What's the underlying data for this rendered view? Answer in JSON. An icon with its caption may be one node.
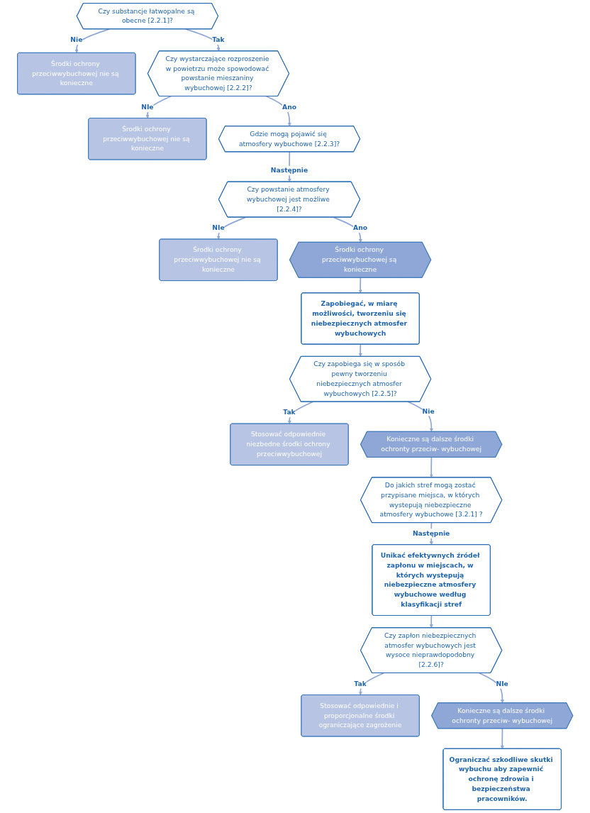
{
  "diagram": {
    "nodes": [
      {
        "text": [
          "Czy substancje łatwopalne są obecne [2.2.1]?"
        ]
      },
      {
        "text": [
          "Środki ochrony przeciwwybuchowej nie są konieczne"
        ]
      },
      {
        "text": [
          "Czy wystarczające rozproszenie w powietrzu może spowodować powstanie mieszaniny wybuchowej [2.2.2]?"
        ]
      },
      {
        "text": [
          "Środki ochrony przeciwwybuchowej nie są konieczne"
        ]
      },
      {
        "text": [
          "Gdzie mogą pojawić się atmosfery wybuchowe [2.2.3]?"
        ]
      },
      {
        "text": [
          "Czy powstanie atmosfery wybuchowej jest możliwe [2.2.4]?"
        ]
      },
      {
        "text": [
          "Środki ochrony przeciwwybuchowej nie są konieczne"
        ]
      },
      {
        "text": [
          "Środki ochrony przeciwwybuchowej są konieczne"
        ]
      },
      {
        "text": [
          "Zapobiegać, w miarę możliwości, tworzeniu się niebezpiecznych atmosfer wybuchowych"
        ]
      },
      {
        "text": [
          "Czy zapobiega się w sposób pewny tworzeniu niebezpiecznych atmosfer wybuchowych [2.2.5]?"
        ]
      },
      {
        "text": [
          "Stosować odpowiednie niezbedne środki ochrony przeciwwybuchowej"
        ]
      },
      {
        "text": [
          "Konieczne są dalsze środki ochronty przeciw- wybuchowej"
        ]
      },
      {
        "text": [
          "Do jakich stref mogą zostać przypisane miejsca, w których wystepują niebezpieczne atmosfery wybuchowe [3.2.1] ?"
        ]
      },
      {
        "text": [
          "Unikać efektywnych źródeł zapłonu w miejscach, w których wystepują niebezpieczne atmosfery wybuchowe według klasyfikacji stref"
        ]
      },
      {
        "text": [
          "Czy zapłon niebezpiecznych atmosfer wybuchowych jest wysoce nieprawdopodobny [2.2.6]?"
        ]
      },
      {
        "text": [
          "Stosować odpowiednie i proporcjonalne środki ograniczające zagrożenie"
        ]
      },
      {
        "text": [
          "Konieczne są dalsze środki ochronty przeciw- wybuchowej"
        ]
      },
      {
        "text": [
          "Ograniczać szkodliwe skutki wybuchu aby zapewnić ochronę zdrowia i bezpieczeństwa pracowników."
        ]
      }
    ],
    "edges": [
      {
        "from": 0,
        "to": 1,
        "arrow": "to",
        "label": "Nie"
      },
      {
        "from": 0,
        "to": 2,
        "arrow": "to",
        "label": "Tak"
      },
      {
        "from": 2,
        "to": 3,
        "arrow": "to",
        "label": "NIe"
      },
      {
        "from": 2,
        "to": 4,
        "arrow": "to",
        "label": "Ano"
      },
      {
        "from": 4,
        "to": 5,
        "arrow": "to",
        "label": "Następnie"
      },
      {
        "from": 5,
        "to": 6,
        "arrow": "to",
        "label": "NIe"
      },
      {
        "from": 5,
        "to": 7,
        "arrow": "to",
        "label": "Ano"
      },
      {
        "from": 7,
        "to": 8,
        "arrow": "to"
      },
      {
        "from": 8,
        "to": 9,
        "arrow": "to"
      },
      {
        "from": 9,
        "to": 10,
        "arrow": "to",
        "label": "Tak"
      },
      {
        "from": 9,
        "to": 11,
        "arrow": "to",
        "label": "Nie"
      },
      {
        "from": 11,
        "to": 12,
        "arrow": "to"
      },
      {
        "from": 12,
        "to": 13,
        "arrow": "to",
        "label": "Następnie"
      },
      {
        "from": 13,
        "to": 14,
        "arrow": "to"
      },
      {
        "from": 14,
        "to": 15,
        "arrow": "to",
        "label": "Tak"
      },
      {
        "from": 14,
        "to": 16,
        "arrow": "to",
        "label": "NIe"
      },
      {
        "from": 16,
        "to": 17,
        "arrow": "to"
      }
    ]
  }
}
